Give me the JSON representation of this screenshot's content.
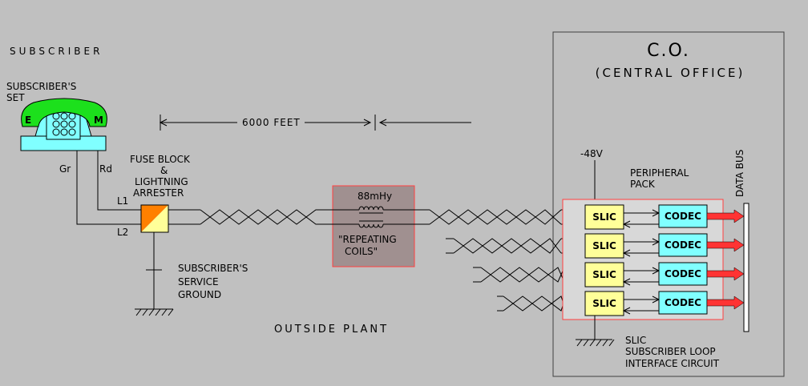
{
  "labels": {
    "subscriber": "SUBSCRIBER",
    "subscribers_set_1": "SUBSCRIBER'S",
    "subscribers_set_2": "SET",
    "phone_e": "E",
    "phone_m": "M",
    "gr": "Gr",
    "rd": "Rd",
    "l1": "L1",
    "l2": "L2",
    "fuse_1": "FUSE BLOCK",
    "fuse_2": "&",
    "fuse_3": "LIGHTNING",
    "fuse_4": "ARRESTER",
    "distance": "6000 FEET",
    "ground_1": "SUBSCRIBER'S",
    "ground_2": "SERVICE",
    "ground_3": "GROUND",
    "coil_value": "88mHy",
    "coil_1": "\"REPEATING",
    "coil_2": "COILS\"",
    "outside_plant": "OUTSIDE PLANT",
    "co_title": "C.O.",
    "co_subtitle": "(CENTRAL OFFICE)",
    "voltage": "-48V",
    "peripheral_1": "PERIPHERAL",
    "peripheral_2": "PACK",
    "data_bus": "DATA BUS",
    "slic": "SLIC",
    "codec": "CODEC",
    "slic_def_1": "SLIC",
    "slic_def_2": "SUBSCRIBER LOOP",
    "slic_def_3": "INTERFACE CIRCUIT"
  },
  "colors": {
    "background": "#c0c0c0",
    "phone": "#1ce01c",
    "phone_body": "#80ffff",
    "slic_fill": "#ffff99",
    "codec_fill": "#80ffff",
    "arrow": "#ff3333",
    "fuse_orange": "#ff8000",
    "fuse_yellow": "#ffff99",
    "coil_box": "#a09090",
    "red_border": "#ff4040"
  }
}
